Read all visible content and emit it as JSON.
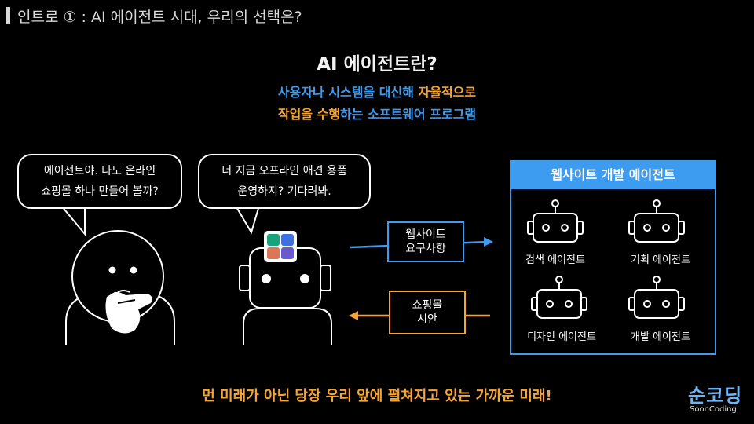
{
  "header": {
    "title": "인트로 ① : AI 에이전트 시대, 우리의 선택은?"
  },
  "main": {
    "title": "AI 에이전트란?",
    "definition": {
      "line1_blue": "사용자나 시스템을 대신해 ",
      "line1_orange": "자율적으로",
      "line2_orange": "작업을 수행",
      "line2_blue": "하는 소프트웨어 프로그램"
    }
  },
  "bubbles": {
    "human": {
      "line1": "에이전트야. 나도 온라인",
      "line2": "쇼핑몰 하나 만들어 볼까?"
    },
    "robot": {
      "line1": "너 지금 오프라인 애견 용품",
      "line2": "운영하지? 기다려봐."
    }
  },
  "notes": {
    "request": {
      "line1": "웹사이트",
      "line2": "요구사항"
    },
    "result": {
      "line1": "쇼핑몰",
      "line2": "시안"
    }
  },
  "panel": {
    "title": "웹사이트 개발 에이전트",
    "agents": [
      {
        "label": "검색 에이전트"
      },
      {
        "label": "기획 에이전트"
      },
      {
        "label": "디자인 에이전트"
      },
      {
        "label": "개발 에이전트"
      }
    ]
  },
  "footer": {
    "text": "먼 미래가 아닌 당장 우리 앞에 펼쳐지고 있는 가까운 미래!"
  },
  "logo": {
    "main": "순코딩",
    "sub": "SoonCoding"
  },
  "colors": {
    "blue": "#3d9bf0",
    "orange": "#f6a532",
    "background": "#000000"
  },
  "icons": [
    "person-thinking-icon",
    "robot-icon",
    "chatgpt-icon",
    "gemini-icon",
    "claude-icon",
    "copilot-icon",
    "arrow-right-icon",
    "arrow-left-icon"
  ]
}
